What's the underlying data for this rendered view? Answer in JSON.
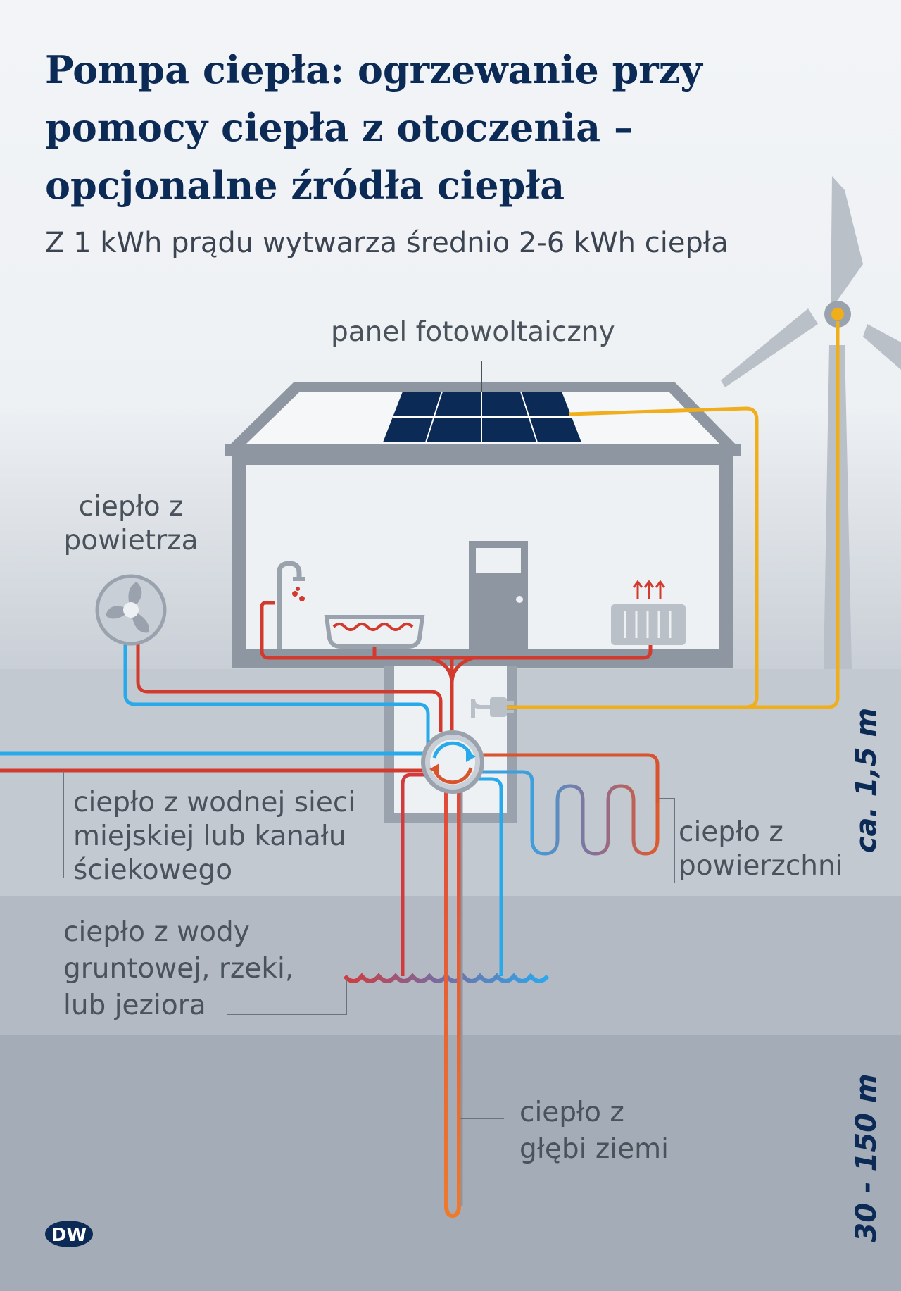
{
  "title": "Pompa ciepła: ogrzewanie przy\npomocy ciepła z otoczenia –\nopcjonalne źródła ciepła",
  "subtitle": "Z 1 kWh prądu wytwarza średnio 2-6 kWh ciepła",
  "labels": {
    "solar_panel": "panel fotowoltaiczny",
    "air": "ciepło z\npowietrza",
    "water_network": "ciepło z wodnej sieci\nmiejskiej lub kanału\nściekowego",
    "surface": "ciepło z\npowierzchni",
    "groundwater": "ciepło z wody\ngruntowej, rzeki,\nlub jeziora",
    "deep_earth": "ciepło z\ngłębi ziemi"
  },
  "depths": {
    "shallow": "ca. 1,5 m",
    "deep": "30 - 150 m"
  },
  "logo_text": "DW",
  "colors": {
    "title": "#0c2a56",
    "hot_pipe": "#d23a2e",
    "cold_pipe": "#27a9ea",
    "power_line": "#efae1a",
    "house": "#8d96a1"
  }
}
